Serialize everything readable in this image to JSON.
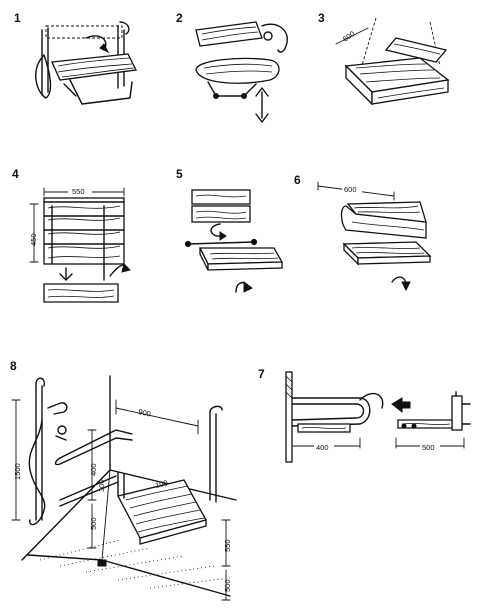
{
  "panels": [
    {
      "number": "1"
    },
    {
      "number": "2"
    },
    {
      "number": "3",
      "dimensions": [
        "600"
      ]
    },
    {
      "number": "4",
      "dimensions": [
        "550",
        "450"
      ]
    },
    {
      "number": "5"
    },
    {
      "number": "6",
      "dimensions": [
        "600"
      ]
    },
    {
      "number": "7",
      "dimensions": [
        "400",
        "500"
      ]
    },
    {
      "number": "8",
      "dimensions": [
        "900",
        "400",
        "300",
        "500",
        "100",
        "550",
        "500",
        "1500"
      ]
    }
  ],
  "colors": {
    "ink": "#111111",
    "paper": "#ffffff"
  }
}
